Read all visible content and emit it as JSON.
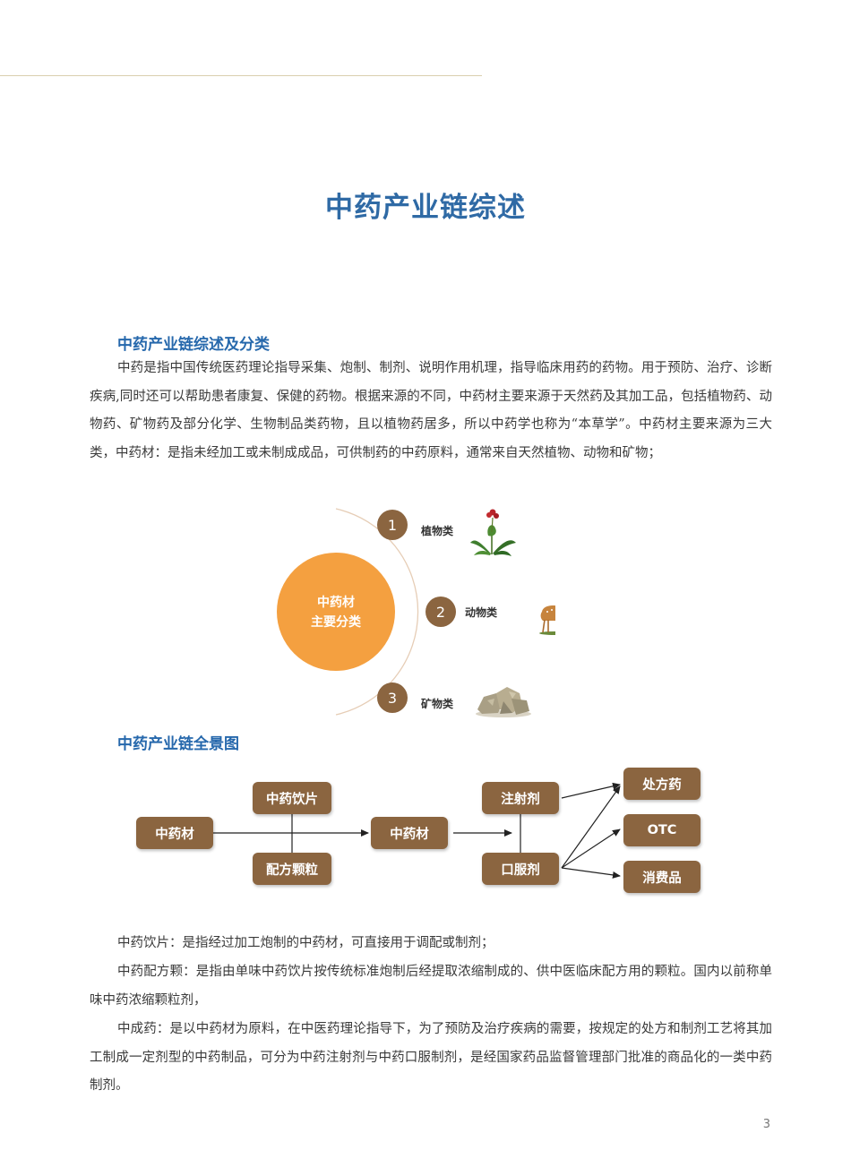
{
  "page": {
    "title": "中药产业链综述",
    "page_number": "3"
  },
  "section1": {
    "heading": "中药产业链综述及分类",
    "paragraph": "中药是指中国传统医药理论指导采集、炮制、制剂、说明作用机理，指导临床用药的药物。用于预防、治疗、诊断疾病,同时还可以帮助患者康复、保健的药物。根据来源的不同，中药材主要来源于天然药及其加工品，包括植物药、动物药、矿物药及部分化学、生物制品类药物，且以植物药居多，所以中药学也称为“本草学”。中药材主要来源为三大类，中药材：是指未经加工或未制成成品，可供制药的中药原料，通常来自天然植物、动物和矿物；"
  },
  "category_diagram": {
    "center_line1": "中药材",
    "center_line2": "主要分类",
    "center_color": "#f4a040",
    "badge_color": "#8b6540",
    "items": [
      {
        "number": "1",
        "label": "植物类",
        "icon": "plant-icon"
      },
      {
        "number": "2",
        "label": "动物类",
        "icon": "deer-icon"
      },
      {
        "number": "3",
        "label": "矿物类",
        "icon": "mineral-icon"
      }
    ]
  },
  "section2": {
    "heading": "中药产业链全景图"
  },
  "flow_diagram": {
    "box_color": "#8b6540",
    "nodes": {
      "raw_material": "中药材",
      "decoction_pieces": "中药饮片",
      "formula_granules": "配方颗粒",
      "middle_material": "中药材",
      "injection": "注射剂",
      "oral": "口服剂",
      "prescription": "处方药",
      "otc": "OTC",
      "consumer": "消费品"
    }
  },
  "definitions": [
    "中药饮片：是指经过加工炮制的中药材，可直接用于调配或制剂；",
    "中药配方颗：是指由单味中药饮片按传统标准炮制后经提取浓缩制成的、供中医临床配方用的颗粒。国内以前称单味中药浓缩颗粒剂，",
    "中成药：是以中药材为原料，在中医药理论指导下，为了预防及治疗疾病的需要，按规定的处方和制剂工艺将其加工制成一定剂型的中药制品，可分为中药注射剂与中药口服制剂，是经国家药品监督管理部门批准的商品化的一类中药制剂。"
  ]
}
